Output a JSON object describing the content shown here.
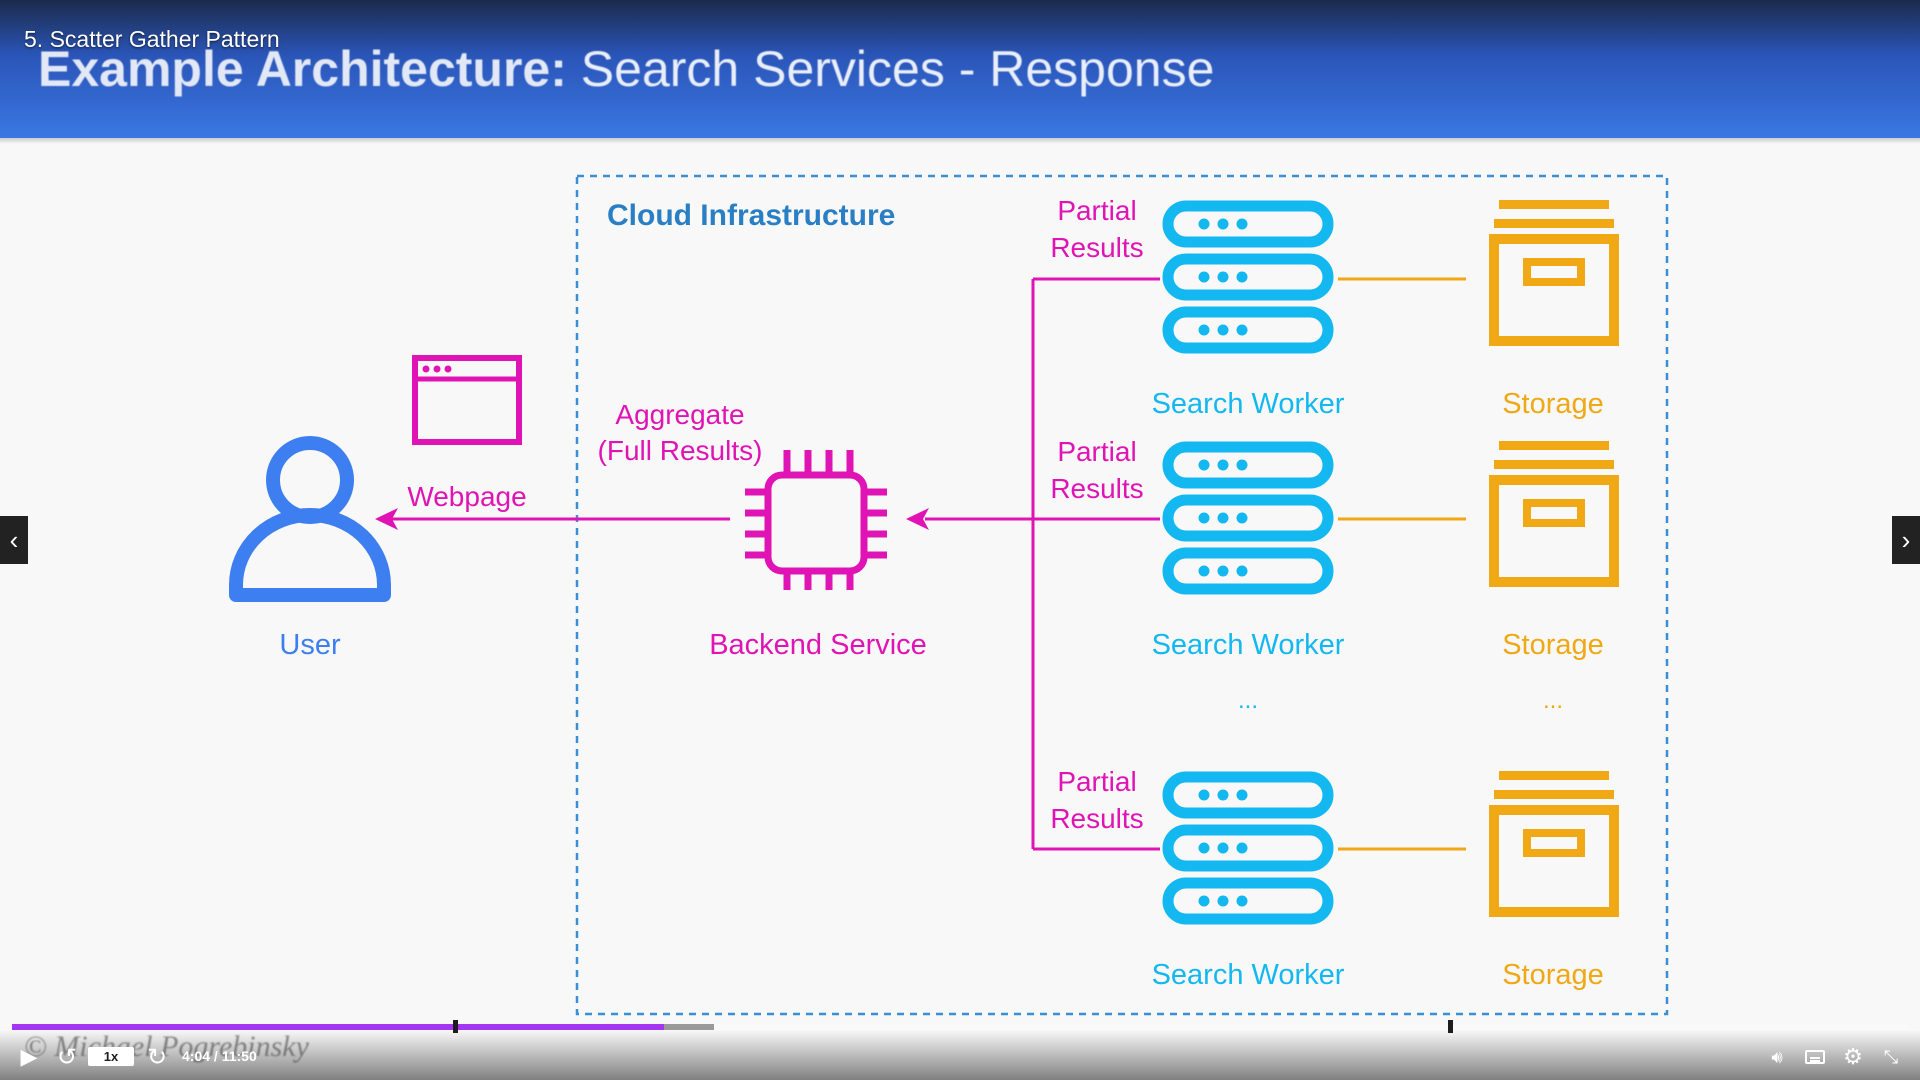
{
  "video": {
    "title": "5. Scatter Gather Pattern"
  },
  "slide": {
    "title_bold": "Example Architecture:",
    "title_rest": " Search Services - Response",
    "watermark": "© Michael Pogrebinsky"
  },
  "diagram": {
    "boundary_label": "Cloud Infrastructure",
    "user_label": "User",
    "webpage_label": "Webpage",
    "aggregate_label_line1": "Aggregate",
    "aggregate_label_line2": "(Full Results)",
    "backend_label": "Backend Service",
    "partial_results_line1": "Partial",
    "partial_results_line2": "Results",
    "worker_label": "Search Worker",
    "storage_label": "Storage",
    "ellipsis": "...",
    "colors": {
      "blue": "#3d7ff0",
      "magenta": "#e014b4",
      "cyan": "#14b8f0",
      "amber": "#f0a814",
      "boundary": "#3b8fd6"
    }
  },
  "player": {
    "speed": "1x",
    "time": "4:04 / 11:50",
    "progress_fraction": 0.344,
    "buffered_fraction": 0.37,
    "accent": "#a435f0"
  },
  "navigation": {
    "prev_icon": "chevron-left-icon",
    "next_icon": "chevron-right-icon"
  }
}
